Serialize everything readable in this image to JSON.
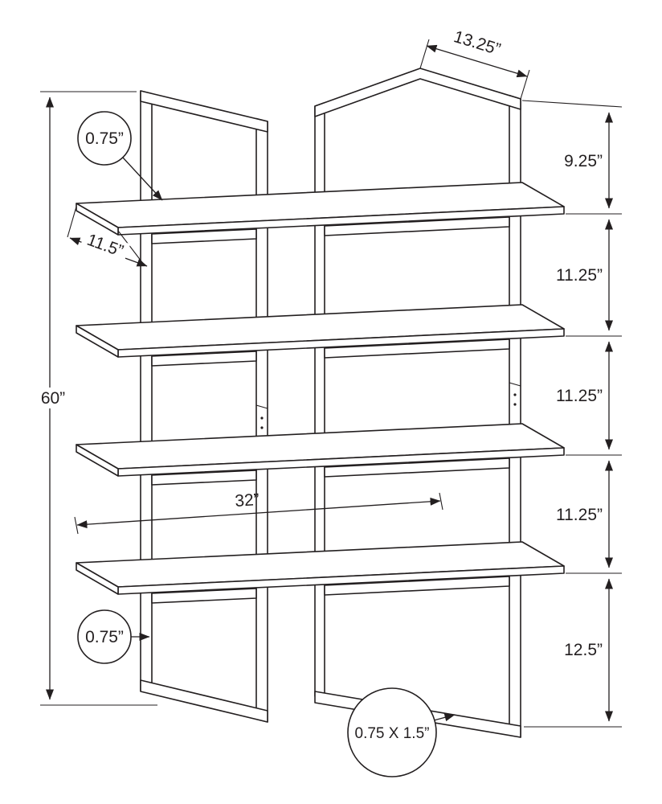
{
  "diagram": {
    "type": "product-dimension-drawing",
    "subject": "4-shelf open bookcase frame",
    "background": "#ffffff",
    "line_color": "#231f20",
    "labels": {
      "height": "60”",
      "top_depth": "13.25”",
      "shelf_depth": "11.5”",
      "width": "32”",
      "shelf_thickness_top": "0.75”",
      "frame_thickness_bottom": "0.75”",
      "tube_size": "0.75 X 1.5”"
    },
    "right_dimensions": [
      {
        "label": "9.25”"
      },
      {
        "label": "11.25”"
      },
      {
        "label": "11.25”"
      },
      {
        "label": "11.25”"
      },
      {
        "label": "12.5”"
      }
    ]
  }
}
